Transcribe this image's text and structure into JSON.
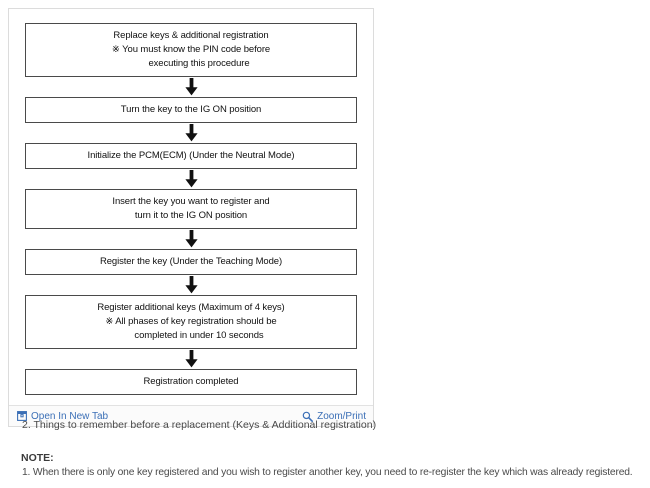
{
  "viewer": {
    "toolbar": {
      "open_new_tab_label": "Open In New Tab",
      "open_new_tab_icon": "open-in-new-tab-icon",
      "zoom_print_label": "Zoom/Print",
      "zoom_print_icon": "magnifier-icon"
    }
  },
  "flowchart": {
    "nodes": [
      {
        "id": "replace-keys",
        "lines": [
          "Replace keys & additional registration",
          "※ You must know the PIN code before",
          "executing this procedure"
        ]
      },
      {
        "id": "turn-key-ig-on",
        "lines": [
          "Turn the key to the IG ON position"
        ]
      },
      {
        "id": "initialize-pcm",
        "lines": [
          "Initialize the PCM(ECM) (Under the Neutral Mode)"
        ]
      },
      {
        "id": "insert-key",
        "lines": [
          "Insert the key you want to register and",
          "turn it to the IG ON position"
        ]
      },
      {
        "id": "register-key",
        "lines": [
          "Register the key (Under the Teaching Mode)"
        ]
      },
      {
        "id": "register-additional-keys",
        "lines": [
          "Register additional keys (Maximum of 4 keys)",
          "※ All phases of key registration should be",
          "completed in under 10 seconds"
        ]
      },
      {
        "id": "registration-completed",
        "lines": [
          "Registration completed"
        ]
      }
    ]
  },
  "document": {
    "section_heading": "2. Things to remember before a replacement (Keys & Additional registration)",
    "note_label": "NOTE:",
    "note_items": [
      "1. When there is only one key registered and you wish to register another key, you need to re-register the key which was already registered."
    ]
  },
  "colors": {
    "link": "#3b6fb6",
    "text": "#4a4a4a",
    "node_border": "#4a4a4a",
    "container_border": "#dcdcdc"
  }
}
